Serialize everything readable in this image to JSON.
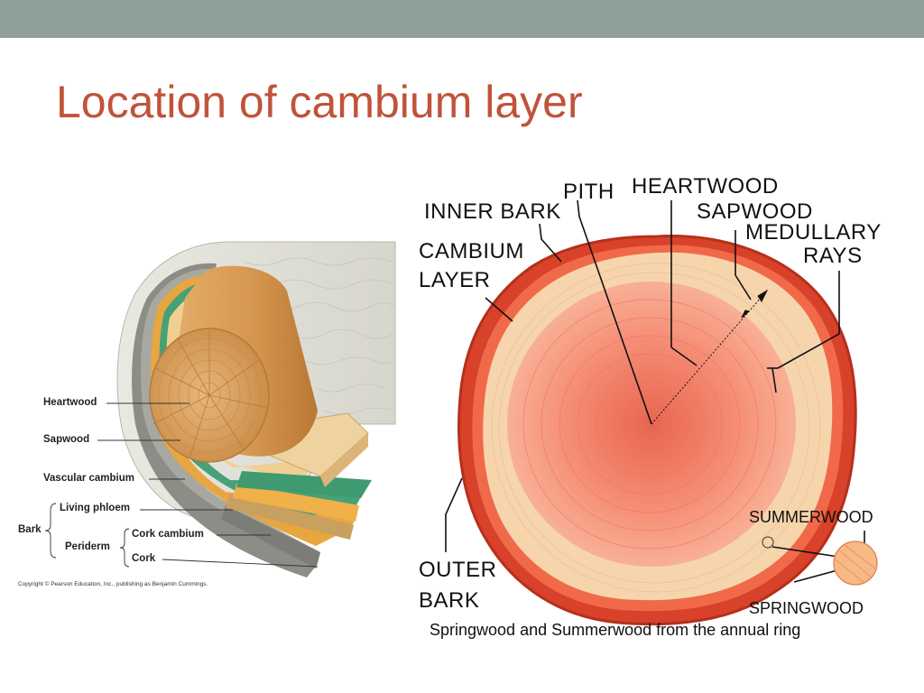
{
  "slide": {
    "title": "Location of cambium layer",
    "colors": {
      "top_bar": "#8e9e98",
      "title": "#c0533a"
    }
  },
  "left_diagram": {
    "labels": {
      "heartwood": "Heartwood",
      "sapwood": "Sapwood",
      "vascular_cambium": "Vascular cambium",
      "living_phloem": "Living phloem",
      "bark": "Bark",
      "periderm": "Periderm",
      "cork_cambium": "Cork cambium",
      "cork": "Cork"
    },
    "copyright": "Copyright © Pearson Education, Inc., publishing as Benjamin Cummings."
  },
  "right_diagram": {
    "labels": {
      "pith": "PITH",
      "heartwood": "HEARTWOOD",
      "inner_bark": "INNER BARK",
      "sapwood": "SAPWOOD",
      "medullary_line1": "MEDULLARY",
      "medullary_line2": "RAYS",
      "cambium_line1": "CAMBIUM",
      "cambium_line2": "LAYER",
      "summerwood": "SUMMERWOOD",
      "springwood": "SPRINGWOOD",
      "outer_line1": "OUTER",
      "outer_line2": "BARK"
    },
    "caption": "Springwood and Summerwood from the annual ring"
  }
}
